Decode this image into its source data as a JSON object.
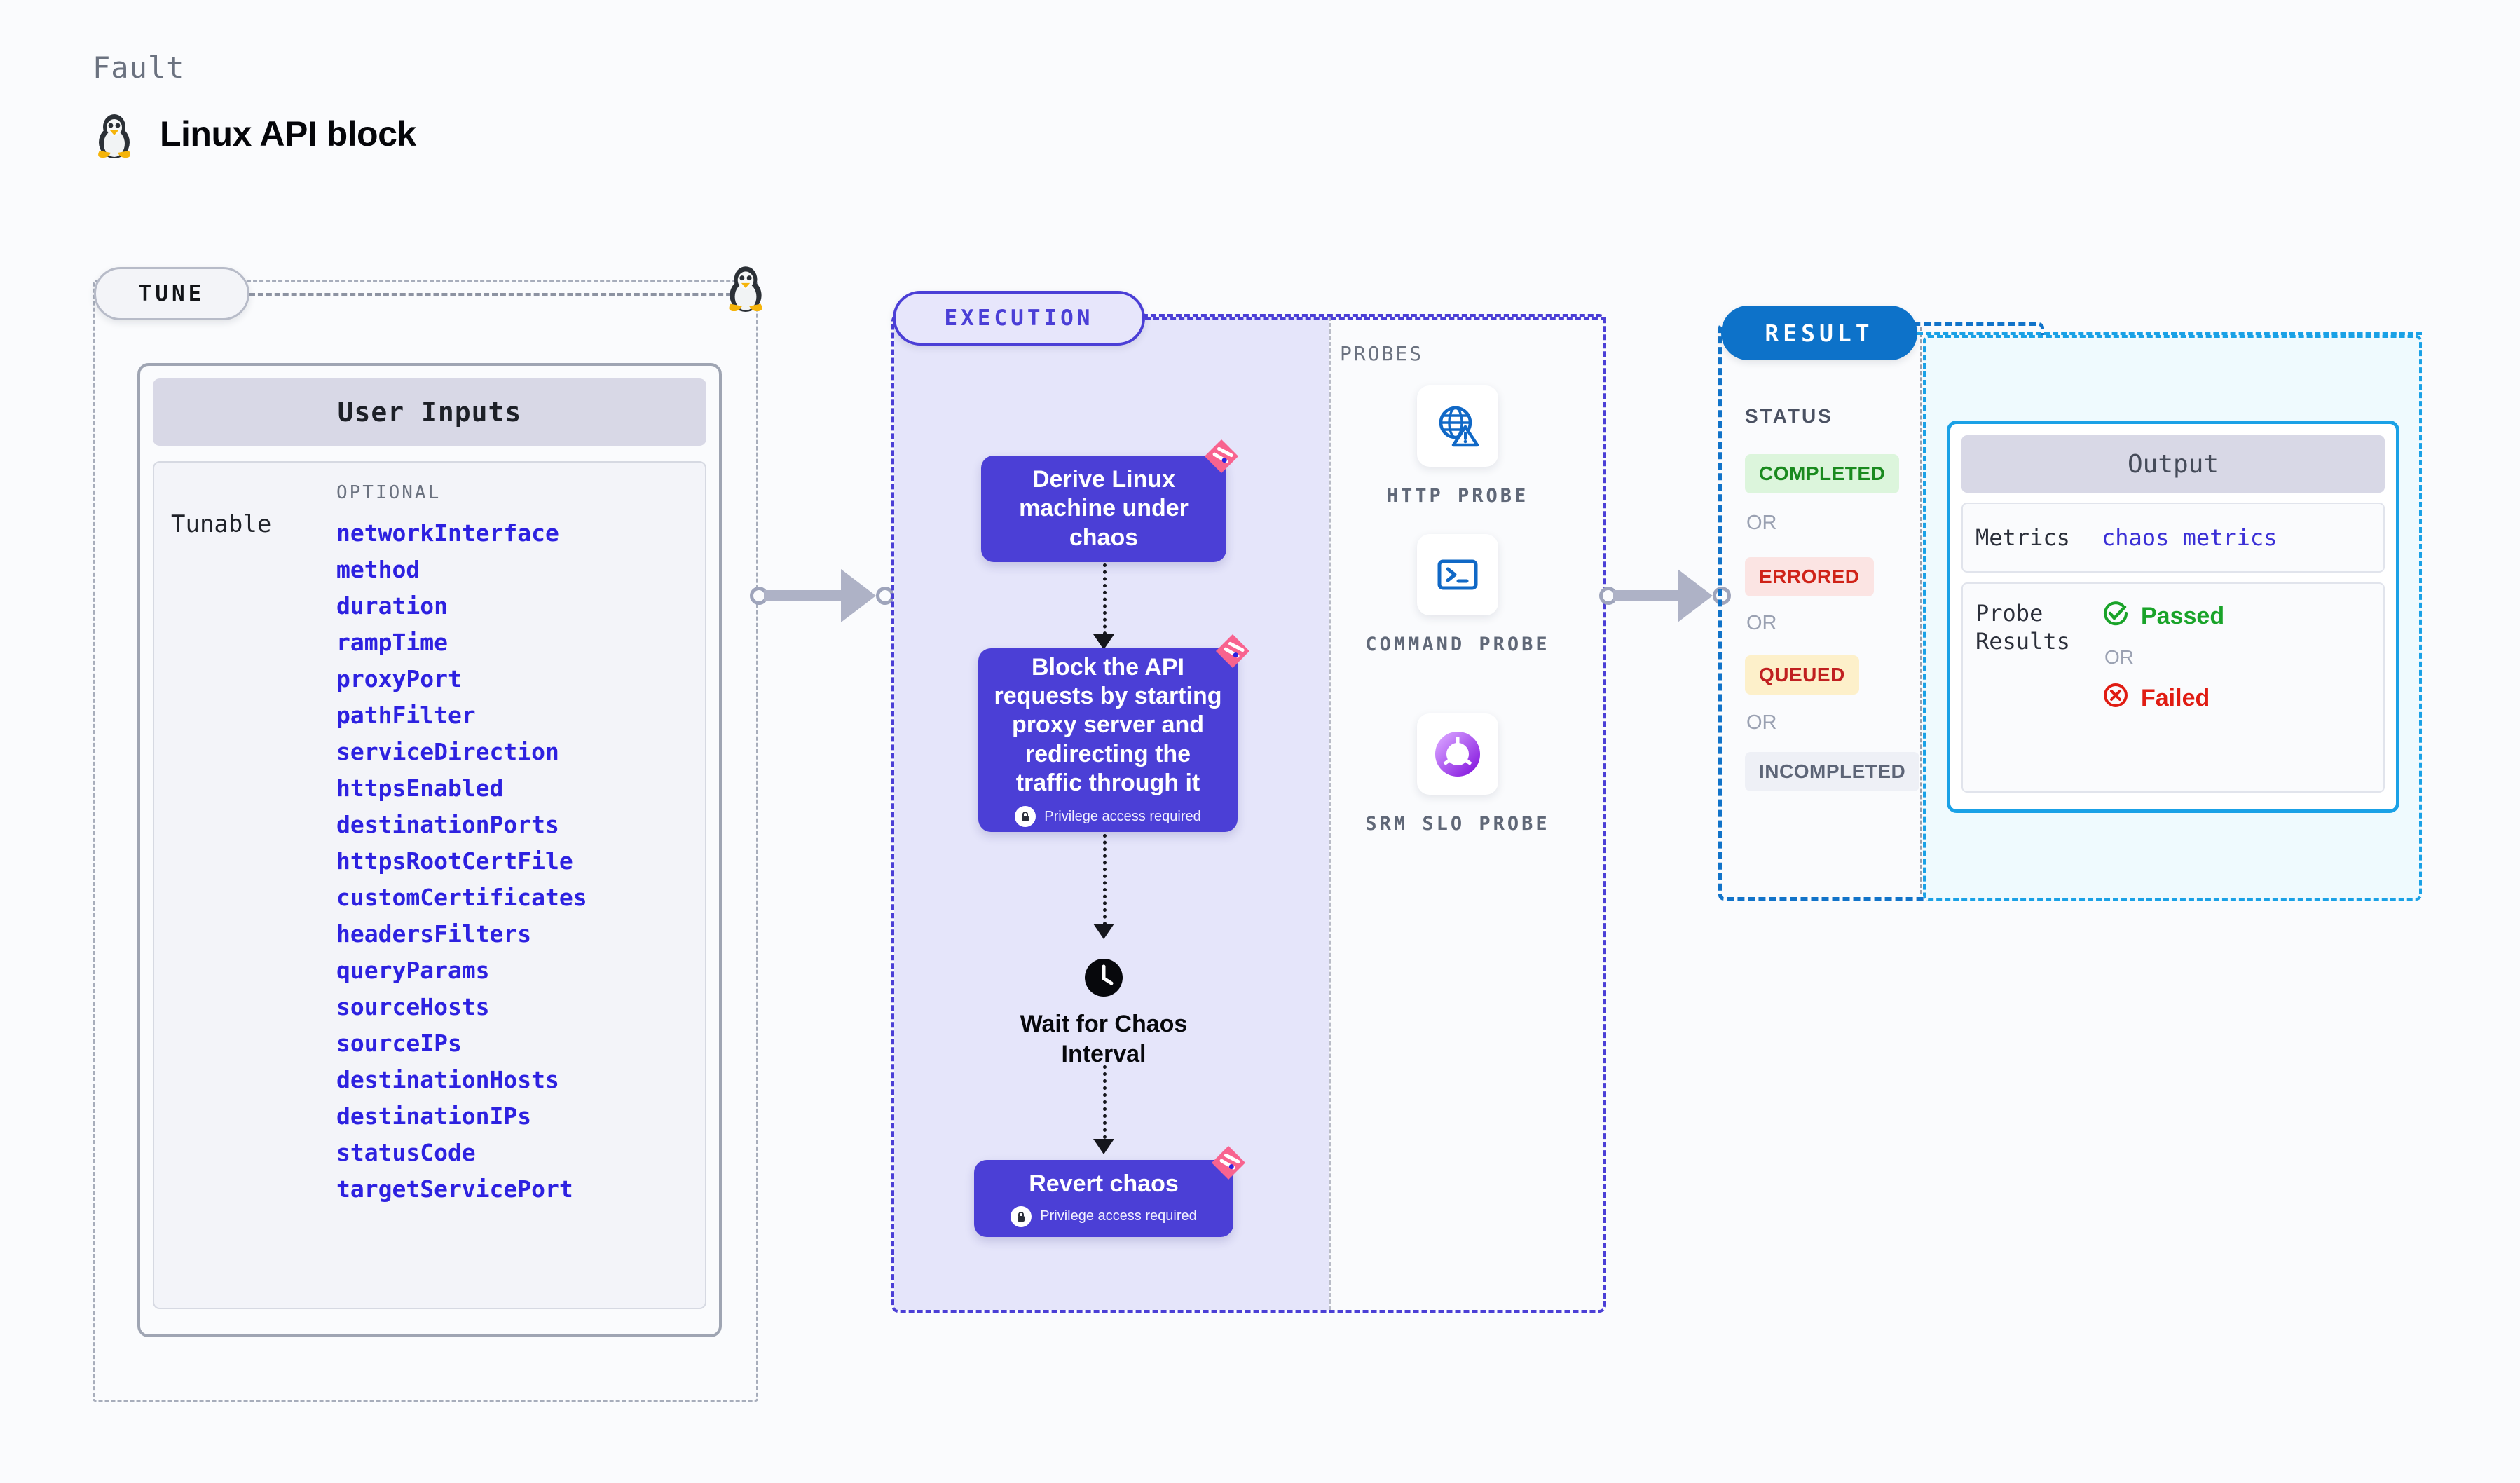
{
  "header": {
    "eyebrow": "Fault",
    "title": "Linux API block",
    "icon": "tux-penguin-icon"
  },
  "stages": {
    "tune": "TUNE",
    "execution": "EXECUTION",
    "result": "RESULT"
  },
  "tune": {
    "card_title": "User Inputs",
    "group_label": "Tunable",
    "group_kind": "OPTIONAL",
    "params": [
      "networkInterface",
      "method",
      "duration",
      "rampTime",
      "proxyPort",
      "pathFilter",
      "serviceDirection",
      "httpsEnabled",
      "destinationPorts",
      "httpsRootCertFile",
      "customCertificates",
      "headersFilters",
      "queryParams",
      "sourceHosts",
      "sourceIPs",
      "destinationHosts",
      "destinationIPs",
      "statusCode",
      "targetServicePort"
    ]
  },
  "execution": {
    "nodes": [
      {
        "label": "Derive Linux machine under chaos",
        "privilege": "",
        "badge": true
      },
      {
        "label": "Block the API requests by starting proxy server and redirecting the traffic through it",
        "privilege": "Privilege access required",
        "badge": true
      },
      {
        "label": "Revert chaos",
        "privilege": "Privilege access required",
        "badge": true
      }
    ],
    "wait_label": "Wait for Chaos Interval",
    "wait_icon": "clock-icon"
  },
  "probes": {
    "title": "PROBES",
    "items": [
      {
        "label": "HTTP PROBE",
        "icon": "globe-warning-icon"
      },
      {
        "label": "COMMAND PROBE",
        "icon": "terminal-icon"
      },
      {
        "label": "SRM SLO PROBE",
        "icon": "slo-donut-check-icon"
      }
    ]
  },
  "result": {
    "status_title": "STATUS",
    "or_label": "OR",
    "statuses": [
      {
        "label": "COMPLETED",
        "bg": "#dcf5dc",
        "fg": "#1a8a1f"
      },
      {
        "label": "ERRORED",
        "bg": "#fbe4e3",
        "fg": "#cf2218"
      },
      {
        "label": "QUEUED",
        "bg": "#fdf0ca",
        "fg": "#c02020"
      },
      {
        "label": "INCOMPLETED",
        "bg": "#eef0f6",
        "fg": "#5d6577"
      }
    ]
  },
  "output": {
    "title": "Output",
    "metrics_key": "Metrics",
    "metrics_value": "chaos metrics",
    "probe_key": "Probe Results",
    "passed": "Passed",
    "or_label": "OR",
    "failed": "Failed",
    "passed_icon": "check-circle-icon",
    "failed_icon": "x-circle-icon"
  },
  "colors": {
    "indigo": "#4b3fd6",
    "param_blue": "#2d21e0",
    "result_blue": "#0d72c9",
    "output_cyan": "#1aa1e6",
    "badge_pink": "#f8638f"
  }
}
